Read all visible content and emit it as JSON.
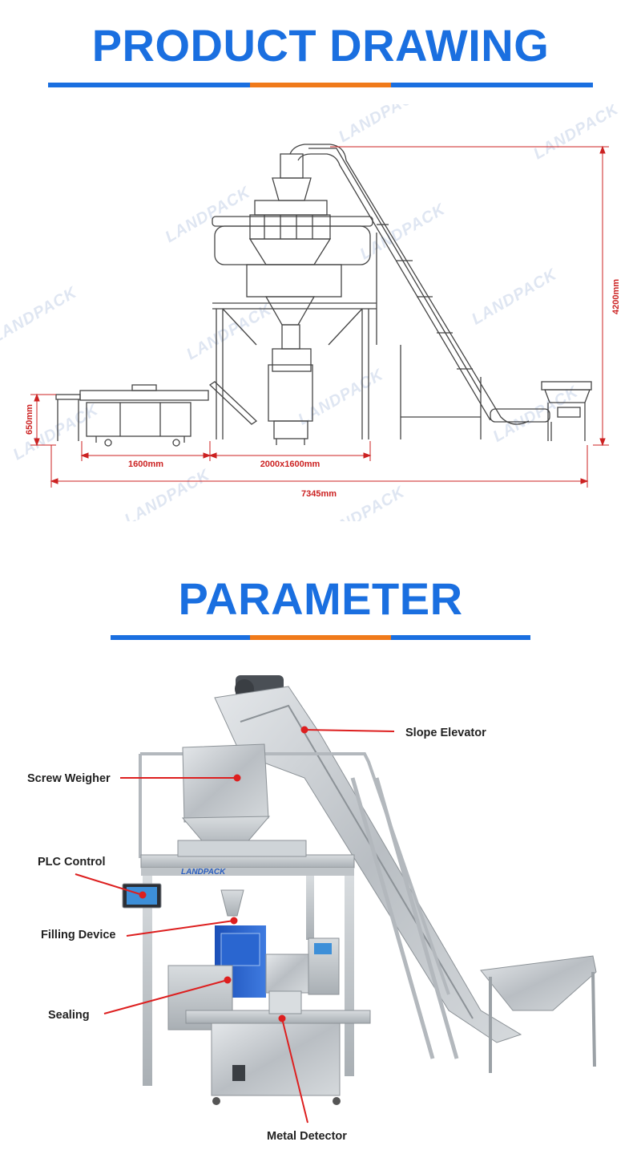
{
  "sections": {
    "drawing_title": "PRODUCT DRAWING",
    "parameter_title": "PARAMETER"
  },
  "watermark": "LANDPACK",
  "dimensions": {
    "height_total": "4200mm",
    "height_conveyor": "650mm",
    "width_conveyor": "1600mm",
    "width_platform": "2000x1600mm",
    "length_total": "7345mm"
  },
  "callouts": {
    "slope_elevator": "Slope Elevator",
    "screw_weigher": "Screw Weigher",
    "plc_control": "PLC Control",
    "filling_device": "Filling Device",
    "sealing": "Sealing",
    "metal_detector": "Metal Detector"
  },
  "colors": {
    "accent_blue": "#1a6fe0",
    "accent_orange": "#f07a1a",
    "dimension_red": "#cc2222",
    "callout_red": "#dd1f1f"
  }
}
